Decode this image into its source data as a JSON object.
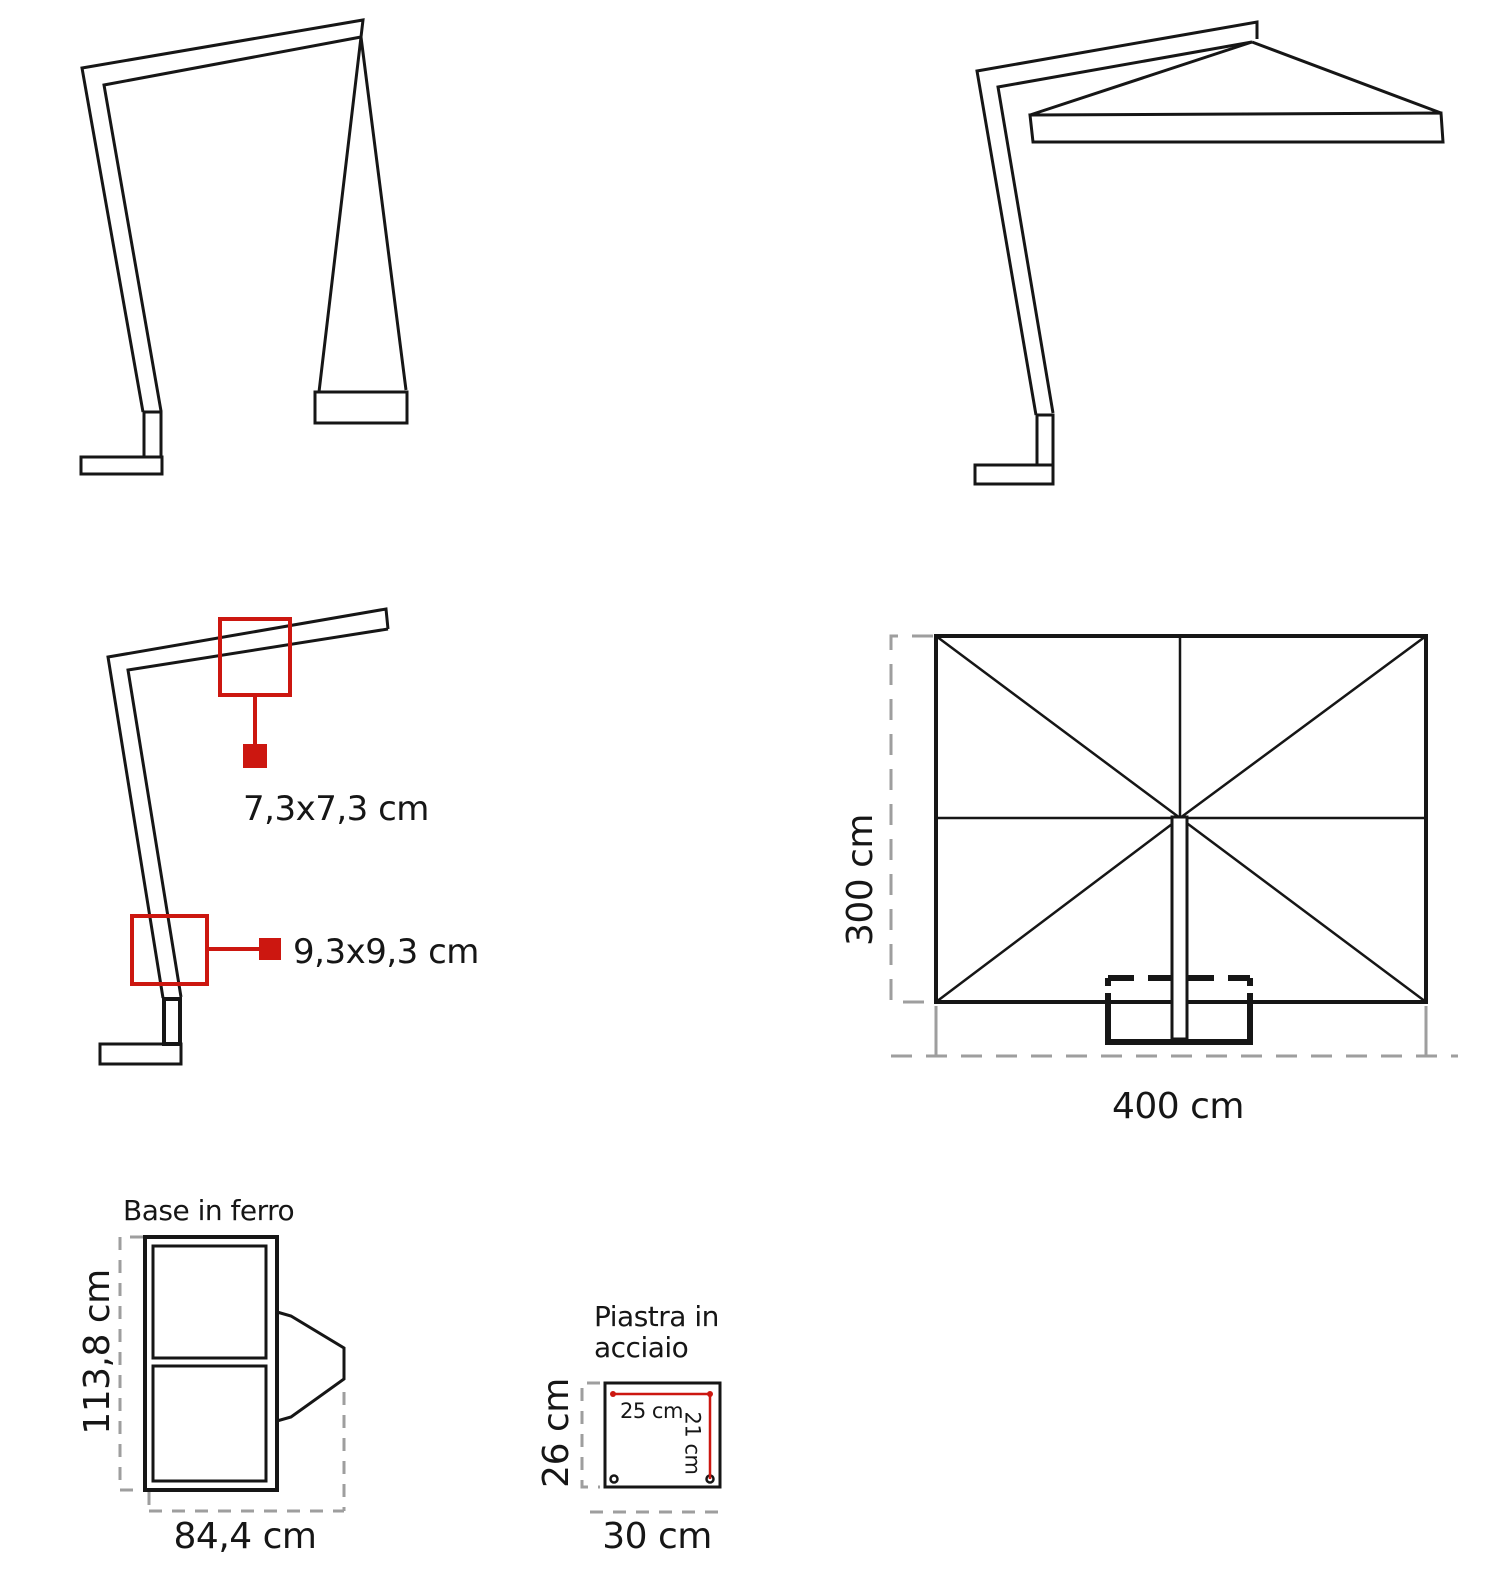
{
  "colors": {
    "line": "#161616",
    "dimension_gray": "#9e9e9e",
    "accent_red": "#cc1710"
  },
  "labels": {
    "arm_section": "7,3x7,3 cm",
    "pole_section": "9,3x9,3 cm",
    "canopy_depth": "300 cm",
    "canopy_width": "400 cm",
    "base_title": "Base in ferro",
    "base_depth": "113,8 cm",
    "base_width": "84,4 cm",
    "plate_title_1": "Piastra in",
    "plate_title_2": "acciaio",
    "plate_span_w": "25 cm",
    "plate_span_h": "21 cm",
    "plate_depth": "26 cm",
    "plate_width": "30 cm"
  }
}
